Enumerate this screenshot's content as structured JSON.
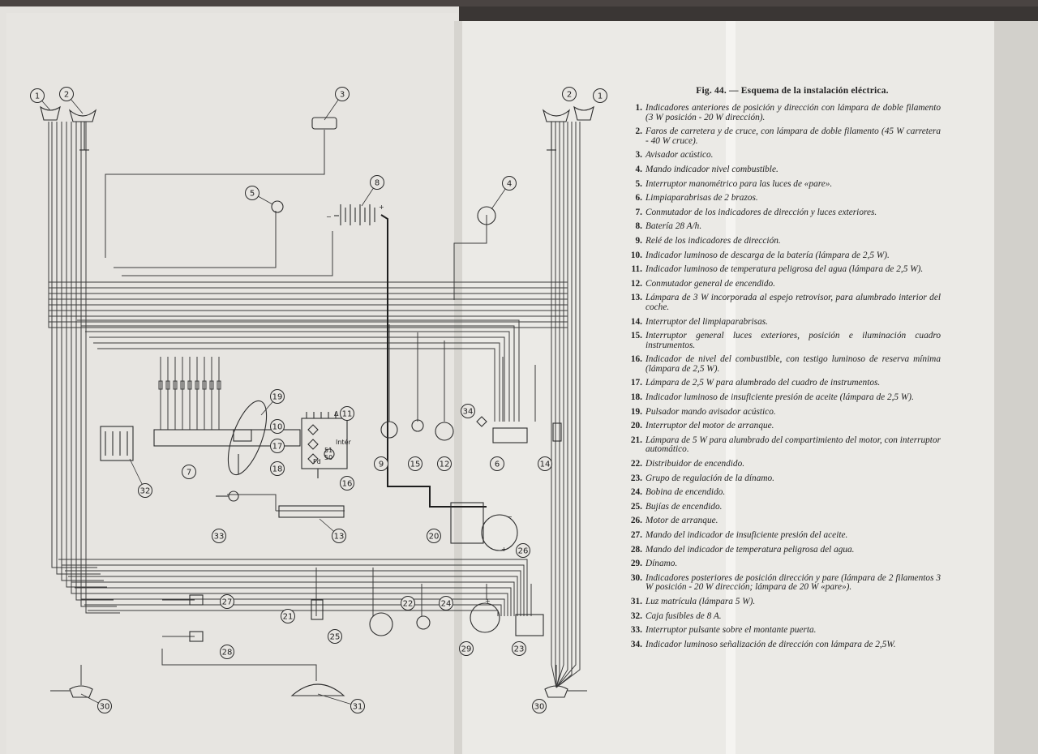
{
  "figure": {
    "title": "Fig. 44. — Esquema de la instalación eléctrica."
  },
  "legend": [
    {
      "num": "1.",
      "text": "Indicadores anteriores de posición y dirección con lámpara de doble filamento (3 W posición - 20 W dirección)."
    },
    {
      "num": "2.",
      "text": "Faros de carretera y de cruce, con lámpara de doble filamento (45 W carretera - 40 W cruce)."
    },
    {
      "num": "3.",
      "text": "Avisador acústico."
    },
    {
      "num": "4.",
      "text": "Mando indicador nivel combustible."
    },
    {
      "num": "5.",
      "text": "Interruptor manométrico para las luces de «pare»."
    },
    {
      "num": "6.",
      "text": "Limpiaparabrisas de 2 brazos."
    },
    {
      "num": "7.",
      "text": "Conmutador de los indicadores de dirección y luces exteriores."
    },
    {
      "num": "8.",
      "text": "Batería 28 A/h."
    },
    {
      "num": "9.",
      "text": "Relé de los indicadores de dirección."
    },
    {
      "num": "10.",
      "text": "Indicador luminoso de descarga de la batería (lámpara de 2,5 W)."
    },
    {
      "num": "11.",
      "text": "Indicador luminoso de temperatura peligrosa del agua (lámpara de 2,5 W)."
    },
    {
      "num": "12.",
      "text": "Conmutador general de encendido."
    },
    {
      "num": "13.",
      "text": "Lámpara de 3 W incorporada al espejo retrovisor, para alumbrado interior del coche."
    },
    {
      "num": "14.",
      "text": "Interruptor del limpiaparabrisas."
    },
    {
      "num": "15.",
      "text": "Interruptor general luces exteriores, posición e iluminación cuadro instrumentos."
    },
    {
      "num": "16.",
      "text": "Indicador de nivel del combustible, con testigo luminoso de reserva mínima (lámpara de 2,5 W)."
    },
    {
      "num": "17.",
      "text": "Lámpara de 2,5 W para alumbrado del cuadro de instrumentos."
    },
    {
      "num": "18.",
      "text": "Indicador luminoso de insuficiente presión de aceite (lámpara de 2,5 W)."
    },
    {
      "num": "19.",
      "text": "Pulsador mando avisador acústico."
    },
    {
      "num": "20.",
      "text": "Interruptor del motor de arranque."
    },
    {
      "num": "21.",
      "text": "Lámpara de 5 W para alumbrado del compartimiento del motor, con interruptor automático."
    },
    {
      "num": "22.",
      "text": "Distribuidor de encendido."
    },
    {
      "num": "23.",
      "text": "Grupo de regulación de la dínamo."
    },
    {
      "num": "24.",
      "text": "Bobina de encendido."
    },
    {
      "num": "25.",
      "text": "Bujías de encendido."
    },
    {
      "num": "26.",
      "text": "Motor de arranque."
    },
    {
      "num": "27.",
      "text": "Mando del indicador de insuficiente presión del aceite."
    },
    {
      "num": "28.",
      "text": "Mando del indicador de temperatura peligrosa del agua."
    },
    {
      "num": "29.",
      "text": "Dínamo."
    },
    {
      "num": "30.",
      "text": "Indicadores posteriores de posición dirección y pare (lámpara de 2 filamentos 3 W posición - 20 W dirección; lámpara de 20 W «pare»)."
    },
    {
      "num": "31.",
      "text": "Luz matrícula (lámpara 5 W)."
    },
    {
      "num": "32.",
      "text": "Caja fusibles de 8 A."
    },
    {
      "num": "33.",
      "text": "Interruptor pulsante sobre el montante puerta."
    },
    {
      "num": "34.",
      "text": "Indicador luminoso señalización de dirección con lámpara de 2,5W."
    }
  ],
  "callouts": [
    "1",
    "2",
    "3",
    "4",
    "5",
    "6",
    "7",
    "8",
    "9",
    "10",
    "11",
    "12",
    "13",
    "14",
    "15",
    "16",
    "17",
    "18",
    "19",
    "20",
    "21",
    "22",
    "23",
    "24",
    "25",
    "26",
    "27",
    "28",
    "29",
    "30",
    "31",
    "32",
    "33",
    "34"
  ],
  "symbols": {
    "plus": "+",
    "minus": "−",
    "triangle": "Δ",
    "ignition_marks": [
      "50",
      "51",
      "Fd",
      "Intér"
    ]
  },
  "colors": {
    "paper": "#e6e4e0",
    "paper_right": "#ecebe7",
    "ink": "#2a2a2a",
    "background": "#3a3634"
  }
}
